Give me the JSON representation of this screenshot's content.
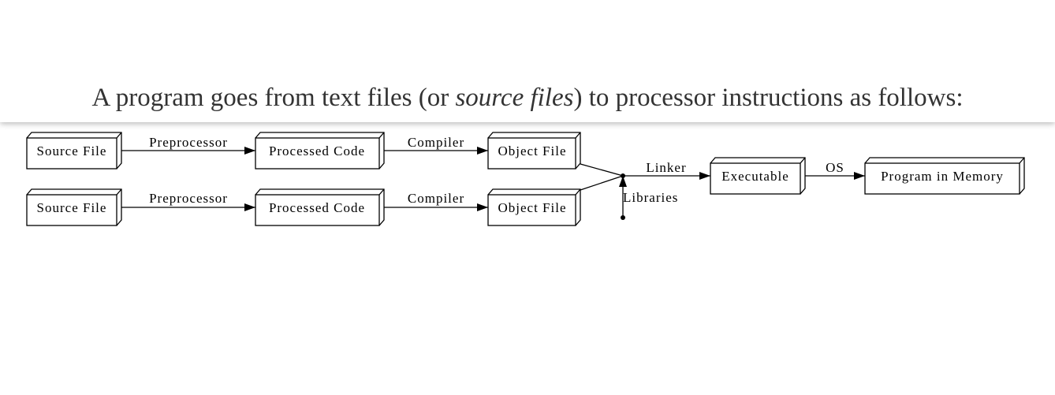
{
  "headline": {
    "before": "A program goes from text files (or ",
    "emphasis": "source files",
    "after": ") to processor instructions as follows:"
  },
  "diagram": {
    "nodes": {
      "source_file_1": "Source File",
      "processed_code_1": "Processed Code",
      "object_file_1": "Object File",
      "source_file_2": "Source File",
      "processed_code_2": "Processed Code",
      "object_file_2": "Object File",
      "executable": "Executable",
      "program_in_memory": "Program in Memory"
    },
    "edges": {
      "preprocessor_1": "Preprocessor",
      "compiler_1": "Compiler",
      "preprocessor_2": "Preprocessor",
      "compiler_2": "Compiler",
      "linker": "Linker",
      "os": "OS",
      "libraries": "Libraries"
    }
  }
}
